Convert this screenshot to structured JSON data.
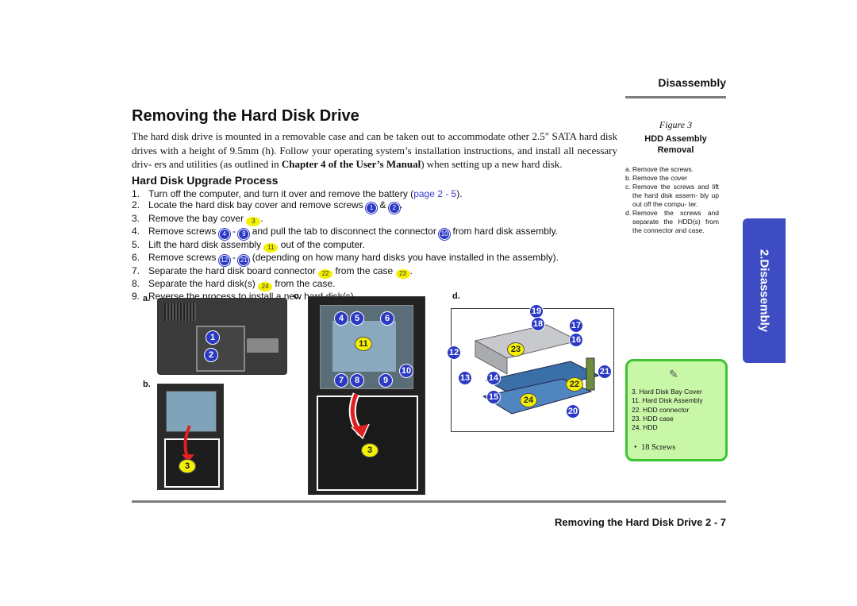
{
  "header": {
    "section": "Disassembly"
  },
  "title": "Removing the Hard Disk Drive",
  "intro": {
    "part1": "The hard disk drive is mounted in a removable case and can be taken out to accommodate other 2.5\" SATA hard disk drives with a height of 9.5mm (h). Follow your operating system’s installation instructions, and install all necessary driv- ers and utilities (as outlined in ",
    "bold": "Chapter 4 of the User’s Manual",
    "part2": ") when setting up a new hard disk."
  },
  "section_heading": "Hard Disk Upgrade Process",
  "steps": [
    {
      "n": "1.",
      "a": "Turn off the computer, and turn it over and remove the battery (",
      "link": "page 2 - 5",
      "b": ")."
    },
    {
      "n": "2.",
      "a": "Locate the hard disk bay cover and remove screws ",
      "x1": "1",
      "mid": " & ",
      "x2": "2",
      "b": "."
    },
    {
      "n": "3.",
      "a": "Remove the bay cover ",
      "y1": "3",
      "b": "."
    },
    {
      "n": "4.",
      "a": "Remove screws ",
      "x1": "4",
      "mid": " - ",
      "x2": "9",
      "b": " and pull the tab to disconnect the connector ",
      "x3": "10",
      "c": " from hard disk assembly."
    },
    {
      "n": "5.",
      "a": "Lift the hard disk assembly ",
      "y1": "11",
      "b": " out of the computer."
    },
    {
      "n": "6.",
      "a": "Remove screws ",
      "x1": "12",
      "mid": " - ",
      "x2": "21",
      "b": " (depending on how many hard disks you have installed in the assembly)."
    },
    {
      "n": "7.",
      "a": "Separate the hard disk board connector ",
      "y1": "22",
      "mid": " from the case ",
      "y2": "23",
      "b": "."
    },
    {
      "n": "8.",
      "a": "Separate the hard disk(s) ",
      "y1": "24",
      "b": " from the case."
    },
    {
      "n": "9.",
      "a": "Reverse the process to install a new hard disk(s)."
    }
  ],
  "figure": {
    "label": "Figure 3",
    "title": "HDD Assembly Removal",
    "notes": [
      {
        "k": "a.",
        "v": "Remove the screws."
      },
      {
        "k": "b.",
        "v": "Remove the cover"
      },
      {
        "k": "c.",
        "v": "Remove the screws and lift the hard disk assem- bly up out off the compu- ter."
      },
      {
        "k": "d.",
        "v": "Remove the screws and separate the HDD(s) from the connector and case."
      }
    ],
    "panel_labels": {
      "a": "a.",
      "b": "b.",
      "c": "c.",
      "d": "d."
    }
  },
  "callouts": {
    "a": [
      "1",
      "2"
    ],
    "b": [
      "3"
    ],
    "c_top": [
      "4",
      "5",
      "6"
    ],
    "c_mid": [
      "11",
      "10"
    ],
    "c_bot": [
      "7",
      "8",
      "9"
    ],
    "c_cover": [
      "3"
    ],
    "d_blue": [
      "19",
      "18",
      "17",
      "16",
      "12",
      "13",
      "14",
      "15",
      "20",
      "21"
    ],
    "d_yellow": [
      "23",
      "22",
      "24"
    ]
  },
  "note_box": {
    "icon": "pencil-icon",
    "items": [
      "3. Hard Disk Bay Cover",
      "11. Hard Disk Assembly",
      "22. HDD connector",
      "23. HDD case",
      "24. HDD"
    ],
    "screws": "18 Screws"
  },
  "side_tab": "2.Disassembly",
  "footer": "Removing the Hard Disk Drive  2 - 7",
  "colors": {
    "tab": "#3d4cc2",
    "callout_blue": "#2b39c4",
    "callout_yellow": "#f4f000",
    "note_bg": "#c8f7a8",
    "note_border": "#3ec431"
  }
}
